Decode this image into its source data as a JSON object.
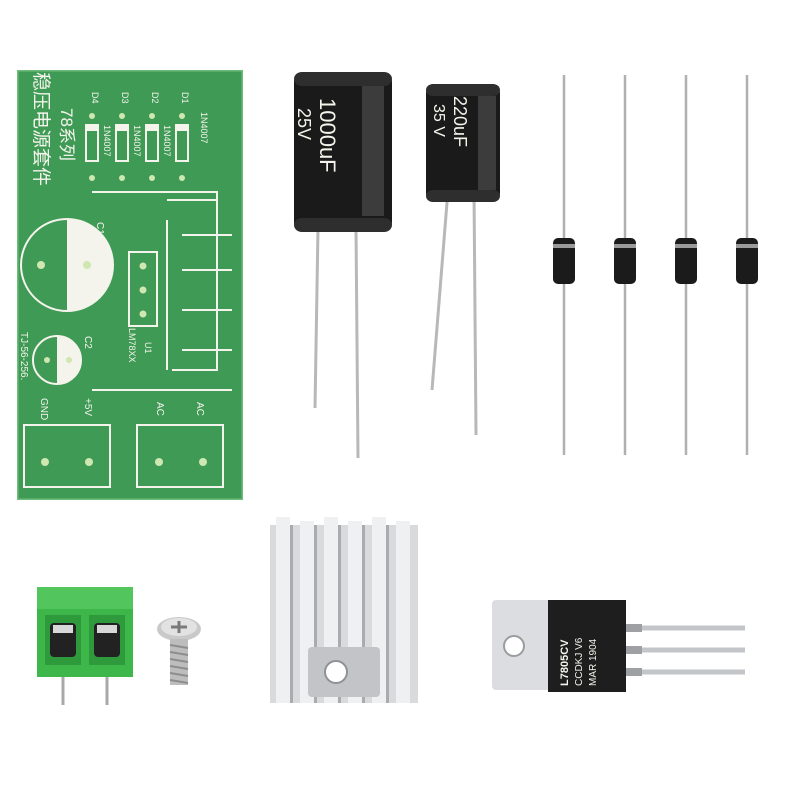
{
  "pcb": {
    "series": "78系列",
    "title_cn": "稳压电源套件",
    "diode_refs": [
      "D4",
      "D3",
      "D2",
      "D1"
    ],
    "diode_parts": [
      "1N4007",
      "1N4007",
      "1N4007",
      "1N4007"
    ],
    "c1": "C1",
    "c2": "C2",
    "u1": "U1",
    "regulator": "LM78XX",
    "board_id": "TJ-56-256.",
    "gnd": "GND",
    "plus5v": "+5V",
    "ac1": "AC",
    "ac2": "AC"
  },
  "cap_large": {
    "value": "1000uF",
    "voltage": "25V"
  },
  "cap_small": {
    "value": "220uF",
    "voltage": "35 V"
  },
  "regulator_chip": {
    "line1": "L7805CV",
    "line2": "CCDKJ V6",
    "line3": "MAR 1904"
  },
  "colors": {
    "pcb": "#3f9a55",
    "terminal": "#3db64a",
    "cap_body": "#1a1a1a",
    "heatsink": "#d9dadc"
  }
}
